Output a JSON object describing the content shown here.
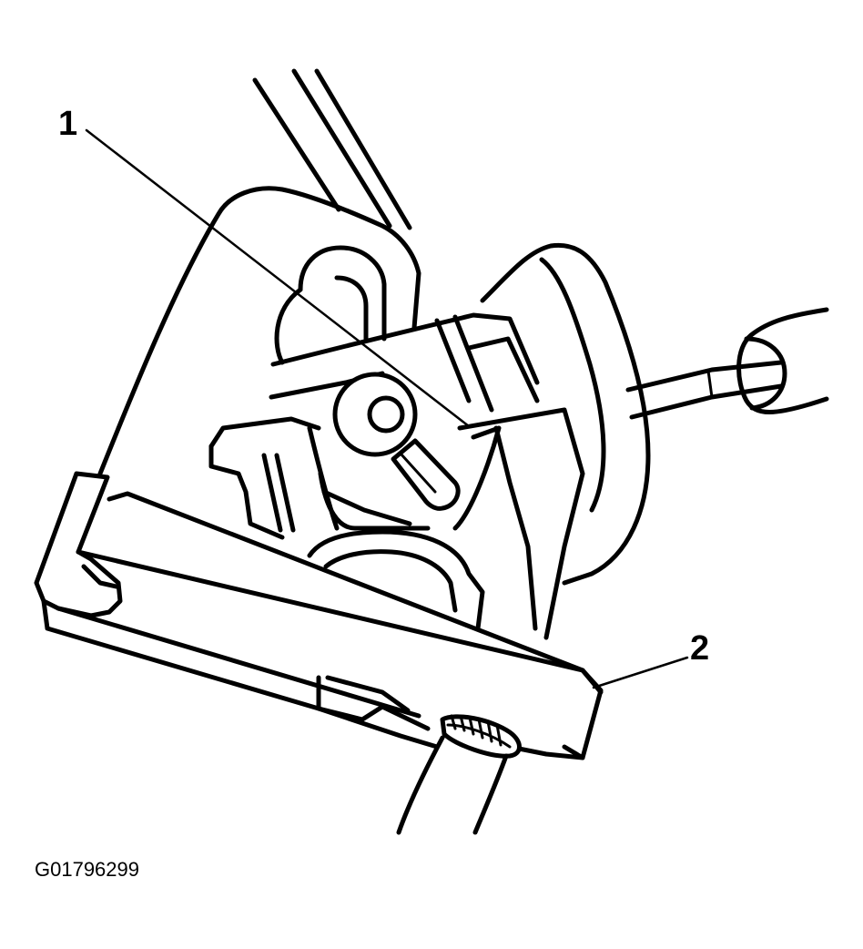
{
  "figure": {
    "callouts": [
      {
        "id": "1",
        "label": "1"
      },
      {
        "id": "2",
        "label": "2"
      }
    ],
    "figure_id": "G01796299"
  }
}
